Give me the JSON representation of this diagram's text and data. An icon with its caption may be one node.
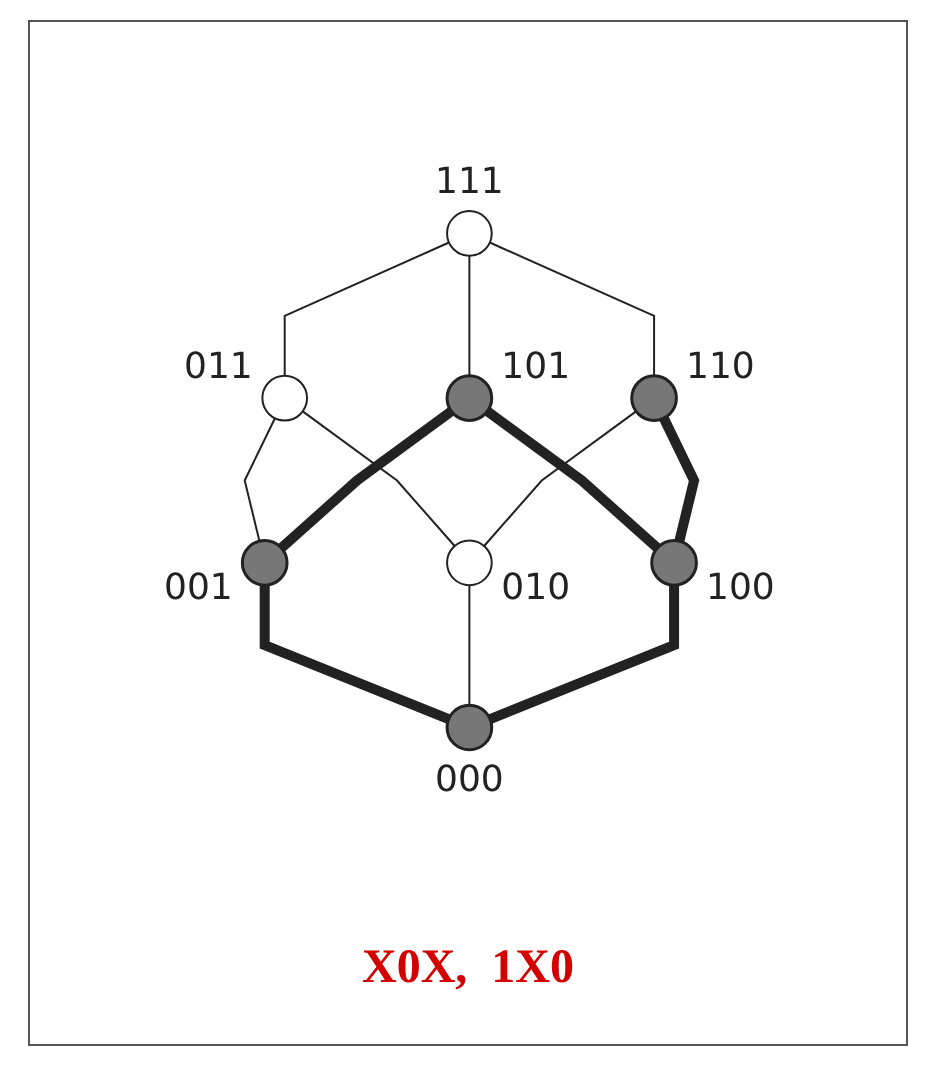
{
  "diagram": {
    "caption": "X0X,  1X0",
    "nodes": [
      {
        "text": [],
        "shape": "circle",
        "beside": [
          "111"
        ]
      },
      {
        "text": [],
        "shape": "circle",
        "beside": [
          "011"
        ]
      },
      {
        "text": [],
        "shape": "circle",
        "beside": [
          "101"
        ]
      },
      {
        "text": [],
        "shape": "circle",
        "beside": [
          "110"
        ]
      },
      {
        "text": [],
        "shape": "circle",
        "beside": [
          "001"
        ]
      },
      {
        "text": [],
        "shape": "circle",
        "beside": [
          "010"
        ]
      },
      {
        "text": [],
        "shape": "circle",
        "beside": [
          "100"
        ]
      },
      {
        "text": [],
        "shape": "circle",
        "beside": [
          "000"
        ]
      }
    ],
    "edges": [
      {
        "from": 0,
        "to": 1,
        "arrow": "none"
      },
      {
        "from": 0,
        "to": 2,
        "arrow": "none"
      },
      {
        "from": 0,
        "to": 3,
        "arrow": "none"
      },
      {
        "from": 1,
        "to": 4,
        "arrow": "none"
      },
      {
        "from": 1,
        "to": 5,
        "arrow": "none"
      },
      {
        "from": 2,
        "to": 4,
        "arrow": "none",
        "style": "thick"
      },
      {
        "from": 2,
        "to": 6,
        "arrow": "none",
        "style": "thick"
      },
      {
        "from": 3,
        "to": 5,
        "arrow": "none"
      },
      {
        "from": 3,
        "to": 6,
        "arrow": "none",
        "style": "thick"
      },
      {
        "from": 4,
        "to": 7,
        "arrow": "none",
        "style": "thick"
      },
      {
        "from": 5,
        "to": 7,
        "arrow": "none"
      },
      {
        "from": 6,
        "to": 7,
        "arrow": "none",
        "style": "thick"
      }
    ]
  }
}
